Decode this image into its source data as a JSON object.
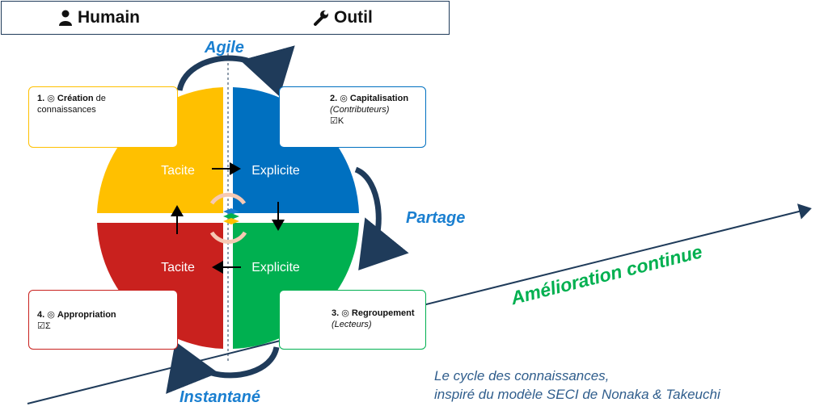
{
  "header": {
    "left_label": "Humain",
    "right_label": "Outil",
    "left_icon": "person-icon",
    "right_icon": "wrench-icon"
  },
  "cycle_labels": {
    "top": "Agile",
    "right": "Partage",
    "bottom": "Instantané"
  },
  "quadrants": {
    "top_left": "Tacite",
    "top_right": "Explicite",
    "bottom_left": "Tacite",
    "bottom_right": "Explicite"
  },
  "boxes": {
    "creation": {
      "num": "1.",
      "title": "Création",
      "rest": " de",
      "line2": "connaissances"
    },
    "capitalisation": {
      "num": "2.",
      "title": "Capitalisation",
      "sub": "(Contributeurs)",
      "tag": "K"
    },
    "regroupement": {
      "num": "3.",
      "title": "Regroupement",
      "sub": "(Lecteurs)"
    },
    "appropriation": {
      "num": "4.",
      "title": "Appropriation",
      "tag": "Σ"
    }
  },
  "improvement_label": "Amélioration continue",
  "caption": {
    "line1": "Le cycle des connaissances,",
    "line2": "inspiré du modèle SECI de Nonaka & Takeuchi"
  },
  "colors": {
    "yellow": "#ffc000",
    "blue": "#0070c0",
    "green": "#00b050",
    "red": "#c9211e",
    "dark_arrow": "#1f3b5a",
    "accent_blue": "#1a7fd0"
  }
}
